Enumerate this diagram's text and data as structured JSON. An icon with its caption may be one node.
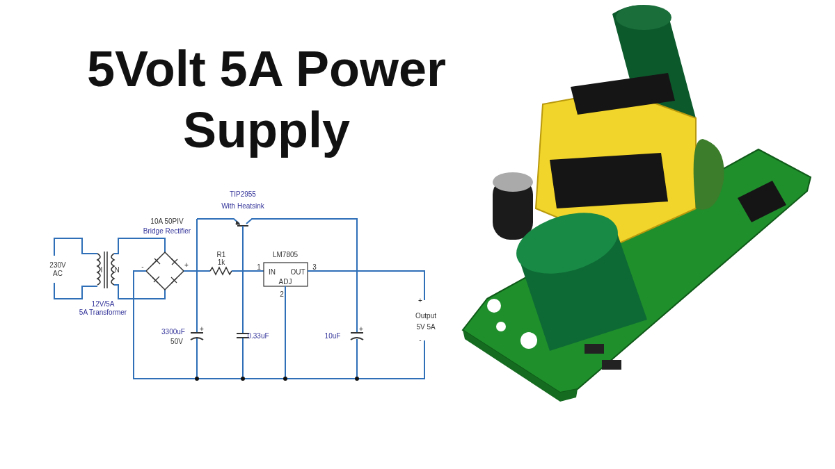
{
  "diagram": {
    "title": "5Volt 5A Power Supply",
    "labels": [
      "TIP2955",
      "With Heatsink",
      "10A 50PIV",
      "Bridge Rectifier",
      "R1",
      "1k",
      "LM7805",
      "230V",
      "AC",
      "I",
      "N",
      "-",
      "+",
      "1",
      "IN",
      "OUT",
      "3",
      "ADJ",
      "2",
      "+",
      "Output",
      "5V 5A",
      "-",
      "12V/5A",
      "5A Transformer",
      "3300uF",
      "+",
      "50V",
      "0.33uF",
      "10uF",
      "+"
    ]
  }
}
